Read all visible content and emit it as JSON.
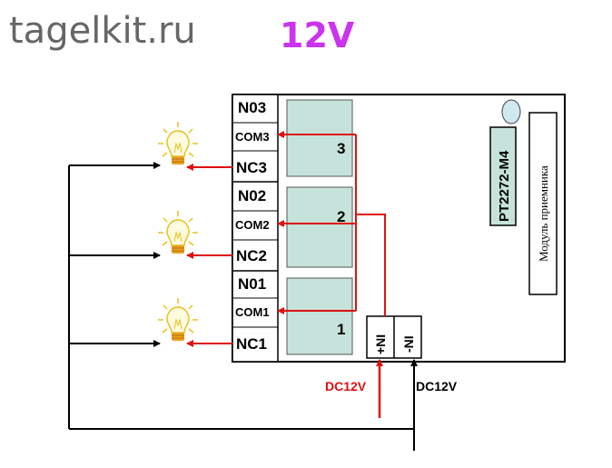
{
  "header": {
    "site": "tagelkit.ru",
    "voltage": "12V"
  },
  "terminals": {
    "no3": "N03",
    "com3": "COM3",
    "nc3": "NC3",
    "no2": "N02",
    "com2": "COM2",
    "nc2": "NC2",
    "no1": "N01",
    "com1": "COM1",
    "nc1": "NC1"
  },
  "relays": {
    "r3": "3",
    "r2": "2",
    "r1": "1"
  },
  "power_pins": {
    "plus": "+NI",
    "minus": "-NI"
  },
  "chip": "PT2272-M4",
  "module_label": "Модуль приемника",
  "supply": {
    "positive": "DC12V",
    "negative": "DC12V"
  },
  "colors": {
    "wire_red": "#e01010",
    "wire_black": "#000000",
    "relay_fill": "#c5e3da",
    "chip_fill": "#c5e3da",
    "lamp_yellow": "#f5e03a",
    "lamp_base": "#e8a020",
    "title_purple": "#cc33ee"
  },
  "icons": [
    "light-bulb-icon",
    "light-bulb-icon",
    "light-bulb-icon"
  ]
}
